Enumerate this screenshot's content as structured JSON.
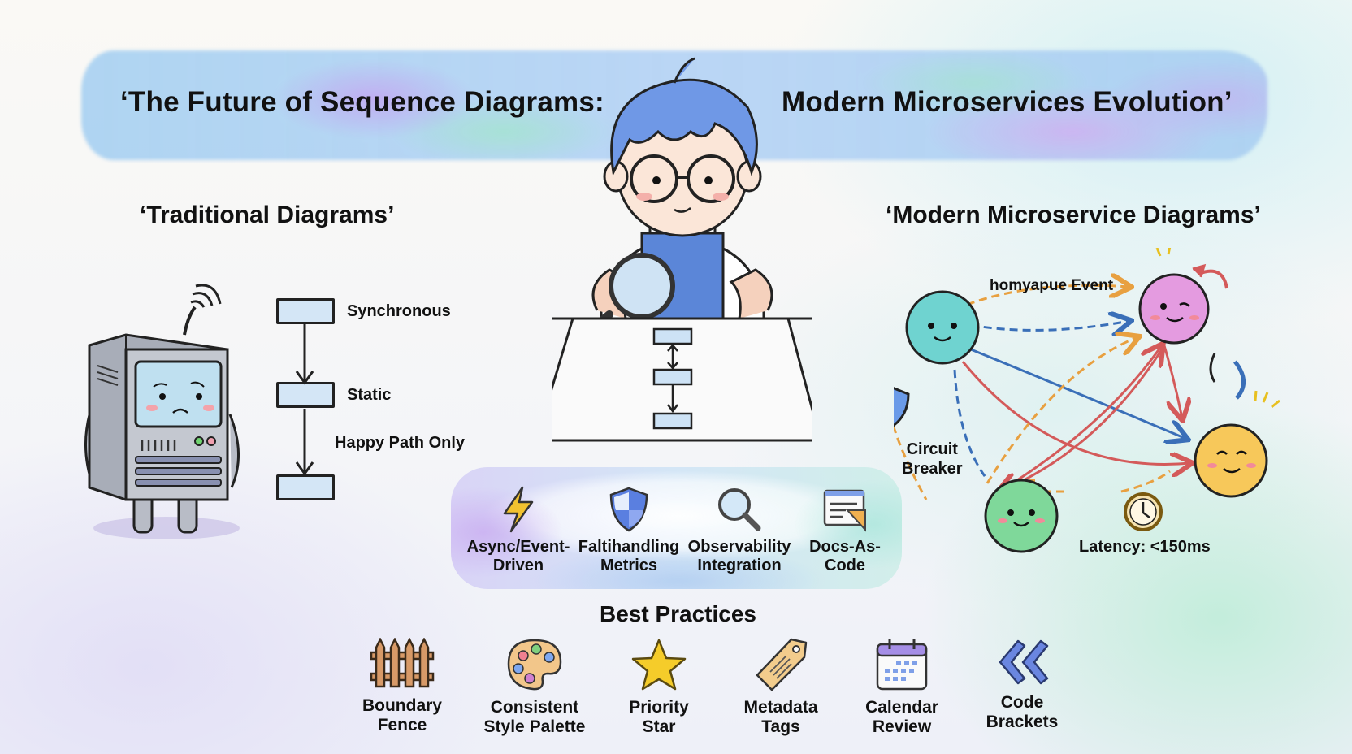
{
  "header": {
    "title_left": "‘The Future of Sequence Diagrams:",
    "title_right": "Modern Microservices Evolution’"
  },
  "traditional": {
    "title": "‘Traditional Diagrams’",
    "illustration": "sad-computer-icon",
    "flow_labels": [
      "Synchronous",
      "Static",
      "Happy Path Only"
    ]
  },
  "center": {
    "illustration": "boy-with-magnifying-glass-icon",
    "paper_diagram": "mini-sequence-diagram"
  },
  "modern": {
    "title": "‘Modern Microservice Diagrams’",
    "event_label": "homyapue Event",
    "circuit_breaker_label": [
      "Circuit",
      "Breaker"
    ],
    "latency_label": "Latency: <150ms",
    "nodes": [
      {
        "name": "teal-service",
        "color": "#6fd3d0"
      },
      {
        "name": "pink-service",
        "color": "#e49be0"
      },
      {
        "name": "yellow-service",
        "color": "#f7c85a"
      },
      {
        "name": "green-service",
        "color": "#7fd89a"
      }
    ],
    "edge_colors": {
      "orange": "#e8a040",
      "blue": "#3a6fb8",
      "red": "#d45a5a"
    }
  },
  "features": [
    {
      "icon": "lightning-icon",
      "line1": "Async/Event-",
      "line2": "Driven"
    },
    {
      "icon": "shield-icon",
      "line1": "Faltihandling",
      "line2": "Metrics"
    },
    {
      "icon": "magnifier-icon",
      "line1": "Observability",
      "line2": "Integration"
    },
    {
      "icon": "document-icon",
      "line1": "Docs-As-",
      "line2": "Code"
    }
  ],
  "best_practices": {
    "title": "Best Practices",
    "items": [
      {
        "icon": "fence-icon",
        "line1": "Boundary",
        "line2": "Fence"
      },
      {
        "icon": "palette-icon",
        "line1": "Consistent",
        "line2": "Style Palette"
      },
      {
        "icon": "star-icon",
        "line1": "Priority",
        "line2": "Star"
      },
      {
        "icon": "tag-icon",
        "line1": "Metadata",
        "line2": "Tags"
      },
      {
        "icon": "calendar-icon",
        "line1": "Calendar",
        "line2": "Review"
      },
      {
        "icon": "brackets-icon",
        "line1": "Code",
        "line2": "Brackets"
      }
    ]
  }
}
